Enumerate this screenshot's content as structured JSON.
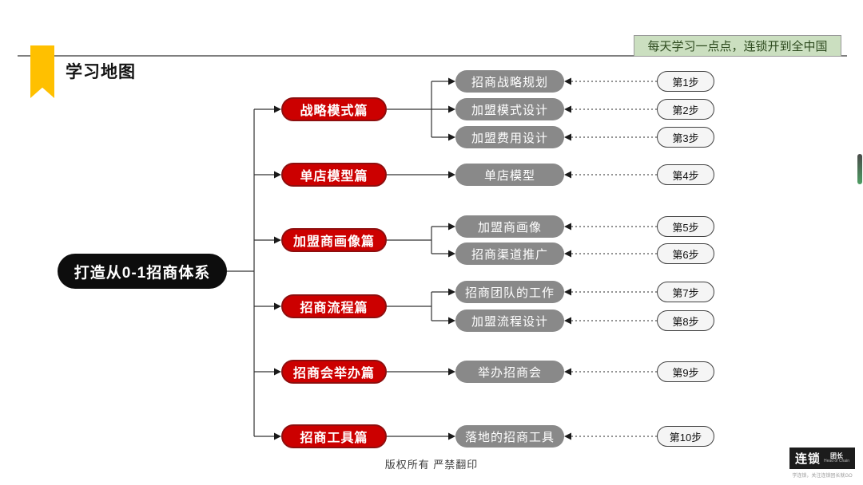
{
  "header": {
    "title": "学习地图",
    "banner": "每天学习一点点，连锁开到全中国"
  },
  "root": {
    "label": "打造从0-1招商体系"
  },
  "branches": [
    {
      "label": "战略模式篇",
      "children": [
        {
          "label": "招商战略规划",
          "step": "第1步"
        },
        {
          "label": "加盟模式设计",
          "step": "第2步"
        },
        {
          "label": "加盟费用设计",
          "step": "第3步"
        }
      ]
    },
    {
      "label": "单店模型篇",
      "children": [
        {
          "label": "单店模型",
          "step": "第4步"
        }
      ]
    },
    {
      "label": "加盟商画像篇",
      "children": [
        {
          "label": "加盟商画像",
          "step": "第5步"
        },
        {
          "label": "招商渠道推广",
          "step": "第6步"
        }
      ]
    },
    {
      "label": "招商流程篇",
      "children": [
        {
          "label": "招商团队的工作",
          "step": "第7步"
        },
        {
          "label": "加盟流程设计",
          "step": "第8步"
        }
      ]
    },
    {
      "label": "招商会举办篇",
      "children": [
        {
          "label": "举办招商会",
          "step": "第9步"
        }
      ]
    },
    {
      "label": "招商工具篇",
      "children": [
        {
          "label": "落地的招商工具",
          "step": "第10步"
        }
      ]
    }
  ],
  "footer": {
    "copyright": "版权所有  严禁翻印"
  },
  "logo": {
    "main": "连锁",
    "side": "团长",
    "sub": "Head of Chain",
    "tagline": "学连锁，关注连锁团长就GO"
  },
  "colors": {
    "branch_red": "#CC0000",
    "branch_border": "#8E0E0E",
    "node_gray": "#898989",
    "root_black": "#0D0D0D",
    "banner_green": "#CBDFC0",
    "bookmark_yellow": "#FFC000"
  }
}
